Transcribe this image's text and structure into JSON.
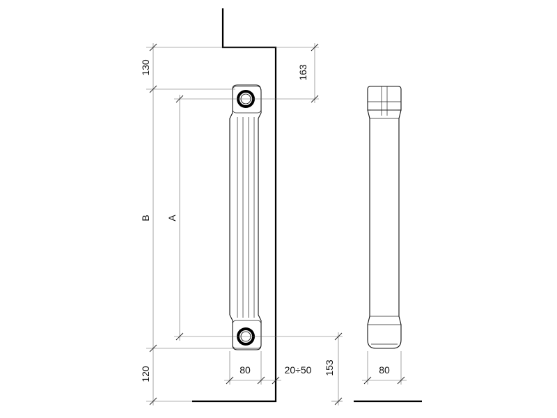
{
  "front_view": {
    "dim_top_offset": "130",
    "dim_top_to_axis": "163",
    "dim_b": "B",
    "dim_a": "A",
    "dim_bottom_offset": "120",
    "dim_width": "80",
    "dim_wall_gap": "20÷50",
    "dim_bottom_to_axis": "153"
  },
  "side_view": {
    "dim_depth": "80"
  }
}
